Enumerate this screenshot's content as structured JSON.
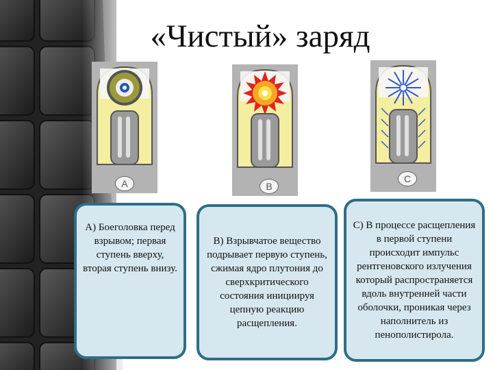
{
  "title": "«Чистый» заряд",
  "panels": [
    {
      "badge": "A",
      "caption": "А) Боеголовка перед взрывом; первая ступень вверху, вторая ступень внизу."
    },
    {
      "badge": "B",
      "caption": "B) Взрывчатое вещество подрывает первую ступень, сжимая ядро плутония до сверхкритического состояния инициируя цепную реакцию расщепления."
    },
    {
      "badge": "C",
      "caption": "C) В процессе расщепления в первой ступени происходит импульс рентгеновского излучения который распространяется вдоль внутренней части оболочки, проникая через наполнитель из пенополистирола."
    }
  ],
  "colors": {
    "card_fill": "#d6e7ef",
    "card_border": "#2d6e86",
    "fill_yellow": "#f3eea0",
    "casing": "#aeaeae"
  }
}
